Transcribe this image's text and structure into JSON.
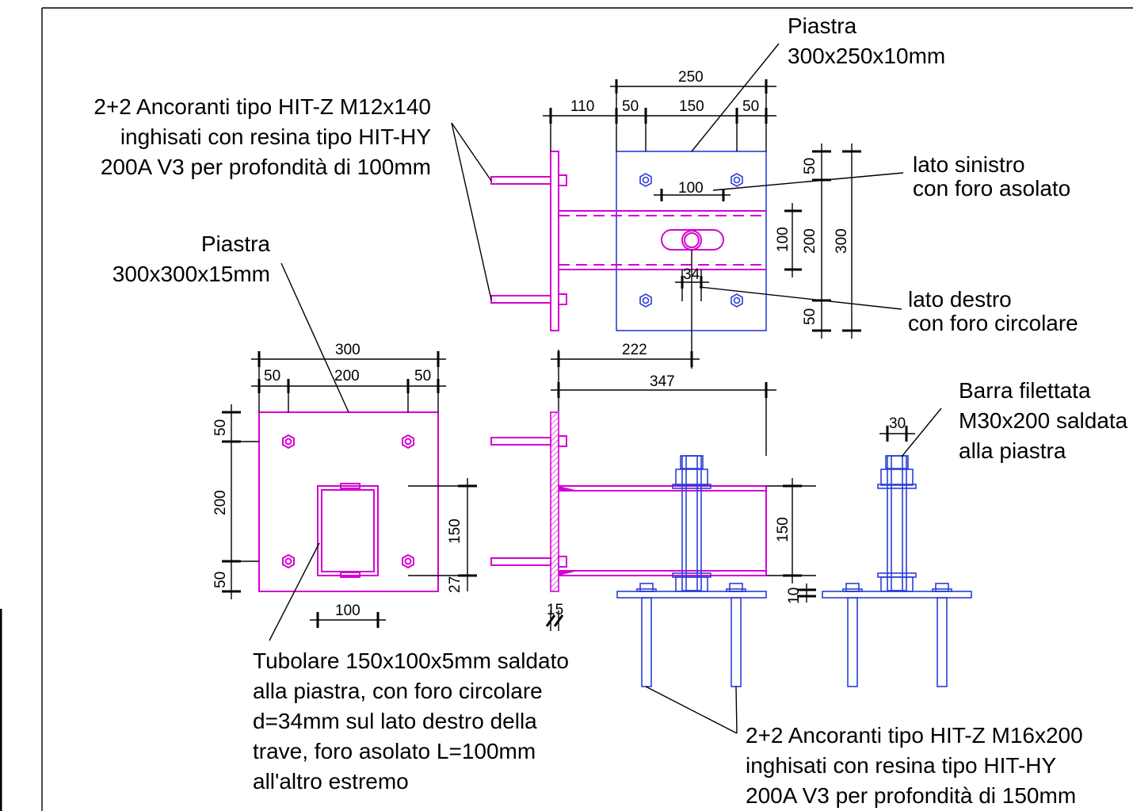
{
  "labels": {
    "plate_top_title": "Piastra",
    "plate_top_size": "300x250x10mm",
    "anchors_top_line1": "2+2 Ancoranti tipo HIT-Z M12x140",
    "anchors_top_line2": "inghisati con resina tipo HIT-HY",
    "anchors_top_line3": "200A V3 per profondità di 100mm",
    "left_side_line1": "lato sinistro",
    "left_side_line2": "con foro asolato",
    "right_side_line1": "lato destro",
    "right_side_line2": "con foro circolare",
    "plate_left_title": "Piastra",
    "plate_left_size": "300x300x15mm",
    "bar_line1": "Barra filettata",
    "bar_line2": "M30x200 saldata",
    "bar_line3": "alla piastra",
    "tube_line1": "Tubolare 150x100x5mm saldato",
    "tube_line2": "alla piastra, con foro circolare",
    "tube_line3": "d=34mm sul lato destro della",
    "tube_line4": "trave, foro asolato L=100mm",
    "tube_line5": "all'altro estremo",
    "anchors_bottom_line1": "2+2 Ancoranti tipo HIT-Z M16x200",
    "anchors_bottom_line2": "inghisati con resina tipo HIT-HY",
    "anchors_bottom_line3": "200A V3 per profondità di 150mm"
  },
  "dimensions": {
    "top_250": "250",
    "top_110": "110",
    "top_50a": "50",
    "top_150": "150",
    "top_50b": "50",
    "slot_100": "100",
    "hole_34": "34",
    "v_50a": "50",
    "v_100": "100",
    "v_200": "200",
    "v_300": "300",
    "v_50b": "50",
    "d_222": "222",
    "d_347": "347",
    "lp_300": "300",
    "lp_50a": "50",
    "lp_200": "200",
    "lp_50b": "50",
    "lp_v50a": "50",
    "lp_v200": "200",
    "lp_v50b": "50",
    "lp_150": "150",
    "lp_27": "27",
    "lp_100": "100",
    "side_15": "15",
    "side_150": "150",
    "side_10": "10",
    "bar_30": "30"
  },
  "colors": {
    "steel_plate": "#d400d4",
    "existing_element": "#2a3fd6",
    "dimension": "#000000"
  }
}
